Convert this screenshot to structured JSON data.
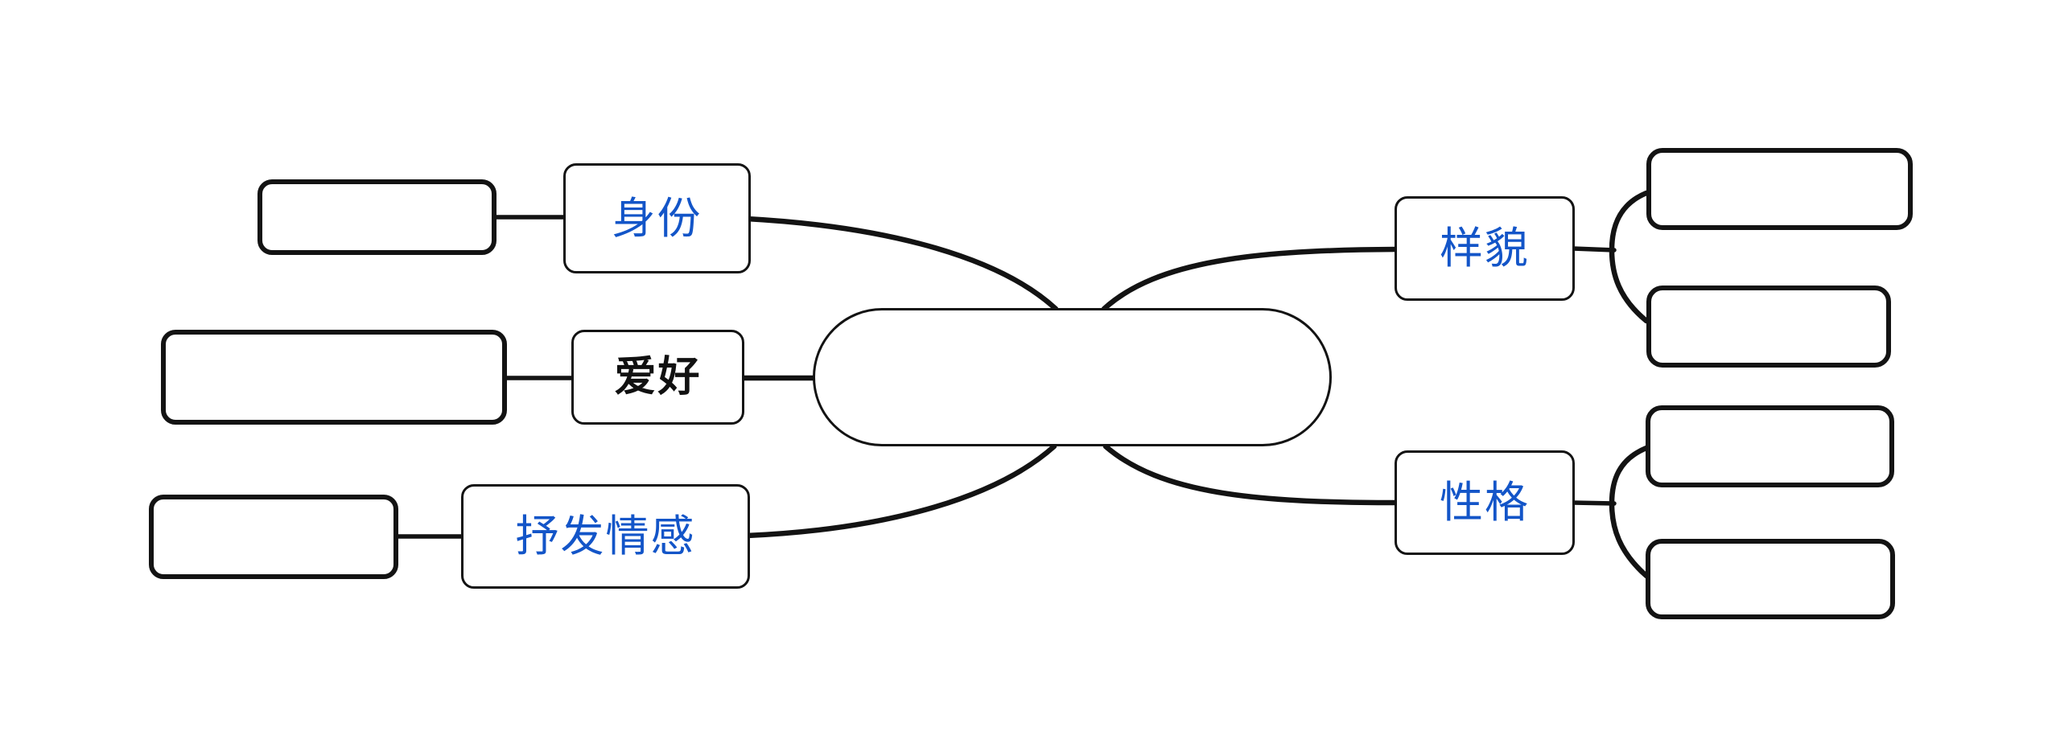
{
  "diagram": {
    "type": "mindmap",
    "background": "#ffffff",
    "colors": {
      "edge": "#131313",
      "node_border": "#131313",
      "node_fill": "#ffffff",
      "accent_blue": "#1355c8",
      "hobby_text": "#111111"
    },
    "central_topic": {
      "label": ""
    },
    "left_branches": [
      {
        "label": "身份",
        "text_color": "#1355c8",
        "bold": false,
        "children": [
          {
            "label": ""
          }
        ]
      },
      {
        "label": "爱好",
        "text_color": "#111111",
        "bold": true,
        "children": [
          {
            "label": ""
          }
        ]
      },
      {
        "label": "抒发情感",
        "text_color": "#1355c8",
        "bold": false,
        "children": [
          {
            "label": ""
          }
        ]
      }
    ],
    "right_branches": [
      {
        "label": "样貌",
        "text_color": "#1355c8",
        "bold": false,
        "children": [
          {
            "label": ""
          },
          {
            "label": ""
          }
        ]
      },
      {
        "label": "性格",
        "text_color": "#1355c8",
        "bold": false,
        "children": [
          {
            "label": ""
          },
          {
            "label": ""
          }
        ]
      }
    ]
  }
}
